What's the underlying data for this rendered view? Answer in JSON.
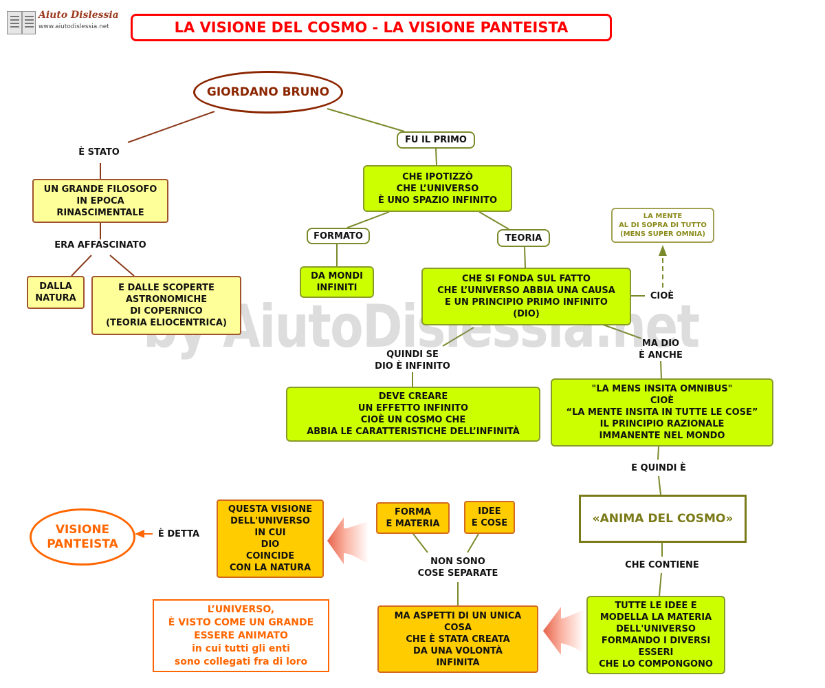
{
  "header": {
    "logo_name": "Aiuto Dislessia",
    "logo_url": "www.aiutodislessia.net",
    "title": "LA VISIONE DEL COSMO - LA VISIONE PANTEISTA"
  },
  "watermark": "by AiutoDislessia.net",
  "nodes": {
    "bruno": "GIORDANO BRUNO",
    "filosofo": "UN GRANDE FILOSOFO\nIN EPOCA\nRINASCIMENTALE",
    "natura": "DALLA\nNATURA",
    "scoperte": "E DALLE SCOPERTE\nASTRONOMICHE\nDI COPERNICO\n(TEORIA ELIOCENTRICA)",
    "ipotizzo": "CHE IPOTIZZÒ\nCHE L’UNIVERSO\nÈ UNO SPAZIO INFINITO",
    "mondi": "DA MONDI\nINFINITI",
    "fonda": "CHE SI FONDA SUL FATTO\nCHE L’UNIVERSO ABBIA UNA CAUSA\nE UN  PRINCIPIO PRIMO INFINITO\n(DIO)",
    "mente": "LA MENTE\nAL DI SOPRA DI TUTTO\n(MENS SUPER OMNIA)",
    "creare": "DEVE CREARE\nUN EFFETTO INFINITO\nCIOÈ UN COSMO CHE\nABBIA LE CARATTERISTICHE DELL’INFINITÀ",
    "mens": "\"LA MENS INSITA OMNIBUS\"\nCIOÈ\n“LA MENTE INSITA IN TUTTE LE COSE”\nIL PRINCIPIO RAZIONALE\nIMMANENTE  NEL MONDO",
    "anima": "«ANIMA DEL COSMO»",
    "idee_tutte": "TUTTE LE IDEE E\nMODELLA LA MATERIA\nDELL'UNIVERSO\nFORMANDO I DIVERSI\nESSERI\nCHE LO COMPONGONO",
    "forma": "FORMA\nE MATERIA",
    "idee": "IDEE\nE COSE",
    "aspetti": "MA ASPETTI DI UN UNICA\nCOSA\nCHE È STATA CREATA\nDA UNA VOLONTÀ\nINFINITA",
    "questa": "QUESTA VISIONE\nDELL'UNIVERSO\nIN CUI\nDIO\nCOINCIDE\nCON LA NATURA",
    "panteista": "VISIONE\nPANTEISTA",
    "universo": "L’UNIVERSO,\nÈ VISTO COME UN GRANDE\nESSERE ANIMATO\nin cui tutti gli enti\nsono collegati fra di loro"
  },
  "links": {
    "stato": "È STATO",
    "affascinato": "ERA AFFASCINATO",
    "primo": "FU IL PRIMO",
    "formato": "FORMATO",
    "teoria": "TEORIA",
    "cioe": "CIOÈ",
    "quindi_se": "QUINDI SE\nDIO È INFINITO",
    "ma_dio": "MA DIO\nÈ ANCHE",
    "e_quindi": "E QUINDI È",
    "contiene": "CHE CONTIENE",
    "non_sono": "NON SONO\nCOSE SEPARATE",
    "detta": "È DETTA"
  }
}
